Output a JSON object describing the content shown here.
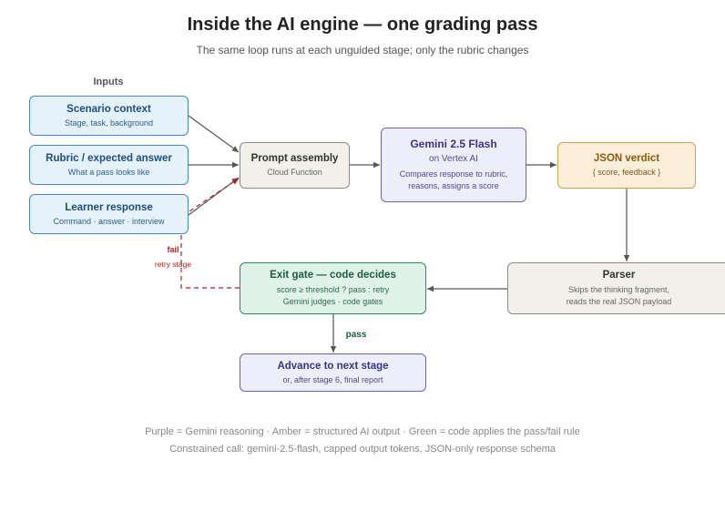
{
  "title": "Inside the AI engine — one grading pass",
  "subtitle": "The same loop runs at each unguided stage; only the rubric changes",
  "inputs_label": "Inputs",
  "nodes": {
    "scenario": {
      "title": "Scenario context",
      "sub": "Stage, task, background"
    },
    "rubric": {
      "title": "Rubric / expected answer",
      "sub": "What a pass looks like"
    },
    "learner": {
      "title": "Learner response",
      "sub": "Command · answer · interview"
    },
    "prompt": {
      "title": "Prompt assembly",
      "sub": "Cloud Function"
    },
    "gemini": {
      "title": "Gemini 2.5 Flash",
      "sub1": "on Vertex AI",
      "sub2": "Compares response to rubric,",
      "sub3": "reasons, assigns a score"
    },
    "json": {
      "title": "JSON verdict",
      "sub": "{ score, feedback }"
    },
    "parser": {
      "title": "Parser",
      "sub1": "Skips the thinking fragment,",
      "sub2": "reads the real JSON payload"
    },
    "exit": {
      "title": "Exit gate — code decides",
      "sub1": "score ≥ threshold ? pass : retry",
      "sub2": "Gemini judges · code gates"
    },
    "advance": {
      "title": "Advance to next stage",
      "sub": "or, after stage 6, final report"
    }
  },
  "edge_labels": {
    "fail": "fail",
    "retry": "retry stage",
    "pass": "pass"
  },
  "footer": {
    "line1": "Purple = Gemini reasoning · Amber = structured AI output · Green = code applies the pass/fail rule",
    "line2": "Constrained call: gemini-2.5-flash, capped output tokens, JSON-only response schema"
  },
  "colors": {
    "input": "#e5f1fb",
    "process": "#f2f0ea",
    "gemini": "#eeedfb",
    "verdict": "#fcefd9",
    "gate": "#e0f3ea",
    "fail": "#b02222",
    "arrow": "#555555"
  }
}
